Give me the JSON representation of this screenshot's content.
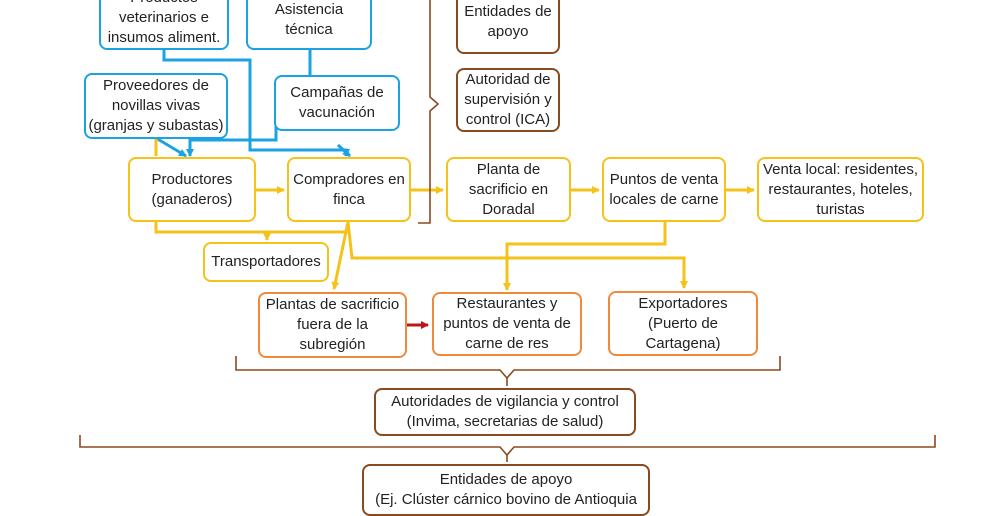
{
  "nodes": {
    "productos_veterinarios": "Productos\nveterinarios e\ninsumos aliment.",
    "asistencia_tecnica": "Asistencia\ntécnica",
    "entidades_apoyo_top": "Entidades de\napoyo",
    "proveedores_novillas": "Proveedores de\nnovillas vivas\n(granjas y subastas)",
    "campanas_vacunacion": "Campañas de\nvacunación",
    "autoridad_ica": "Autoridad de\nsupervisión y\ncontrol (ICA)",
    "productores": "Productores\n(ganaderos)",
    "compradores_finca": "Compradores en\nfinca",
    "planta_doradal": "Planta de\nsacrificio en\nDoradal",
    "puntos_venta_locales": "Puntos de venta\nlocales de carne",
    "venta_local": "Venta local: residentes,\nrestaurantes, hoteles,\nturistas",
    "transportadores": "Transportadores",
    "plantas_fuera": "Plantas de sacrificio\nfuera de la\nsubregión",
    "restaurantes": "Restaurantes y\npuntos de venta de\ncarne de res",
    "exportadores": "Exportadores\n(Puerto de\nCartagena)",
    "autoridades_vigilancia": "Autoridades de vigilancia y control\n(Invima, secretarias de salud)",
    "entidades_apoyo_bottom": "Entidades de apoyo\n(Ej. Clúster cárnico bovino de Antioquia"
  },
  "colors": {
    "blue": "#1aa3e0",
    "yellow": "#f5c21a",
    "orange": "#ef8a3c",
    "brown": "#8a4a1f",
    "red": "#c0141c"
  }
}
